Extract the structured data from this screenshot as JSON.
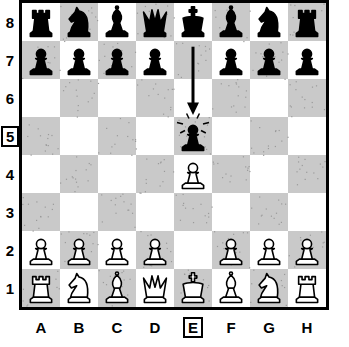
{
  "diagram": {
    "nodes": [
      {
        "text": [
          "5"
        ]
      },
      {
        "text": [
          "E"
        ]
      }
    ],
    "labels": [
      "8",
      "7",
      "6",
      "4",
      "3",
      "2",
      "1",
      "A",
      "B",
      "C",
      "D",
      "F",
      "G",
      "H"
    ]
  }
}
